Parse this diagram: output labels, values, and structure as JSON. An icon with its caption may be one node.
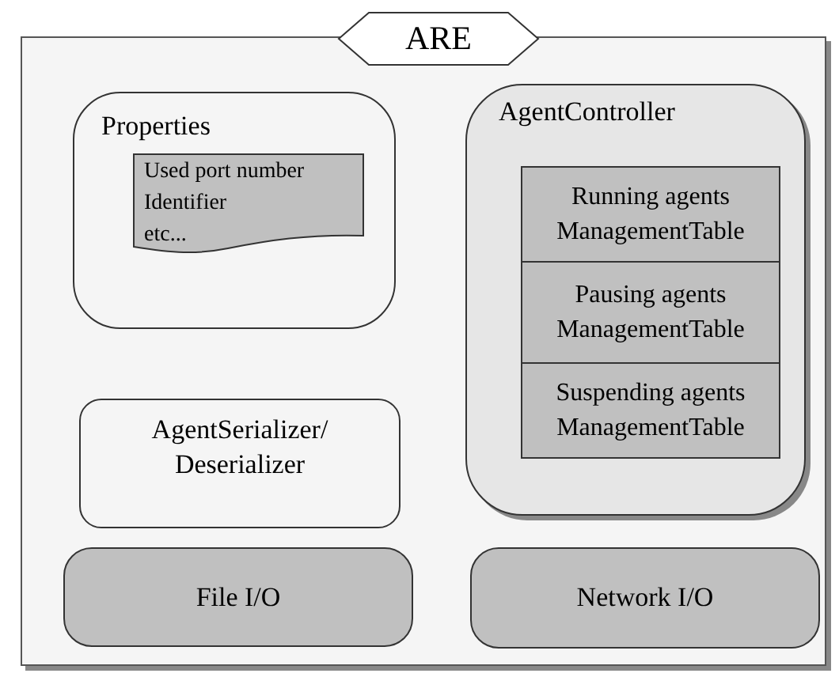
{
  "diagram": {
    "nodes": [
      {
        "text": [
          "ARE"
        ]
      },
      {
        "text": [
          "Properties"
        ],
        "in": 0
      },
      {
        "text": [
          "Used port number",
          "Identifier",
          "etc..."
        ],
        "in": 1
      },
      {
        "text": [
          "AgentController"
        ],
        "in": 0
      },
      {
        "text": [
          "Running agents ManagementTable"
        ],
        "in": 3
      },
      {
        "text": [
          "Pausing agents ManagementTable"
        ],
        "in": 3
      },
      {
        "text": [
          "Suspending agents ManagementTable"
        ],
        "in": 3
      },
      {
        "text": [
          "AgentSerializer/ Deserializer"
        ],
        "in": 0
      },
      {
        "text": [
          "File I/O"
        ],
        "in": 0
      },
      {
        "text": [
          "Network I/O"
        ],
        "in": 0
      }
    ]
  }
}
